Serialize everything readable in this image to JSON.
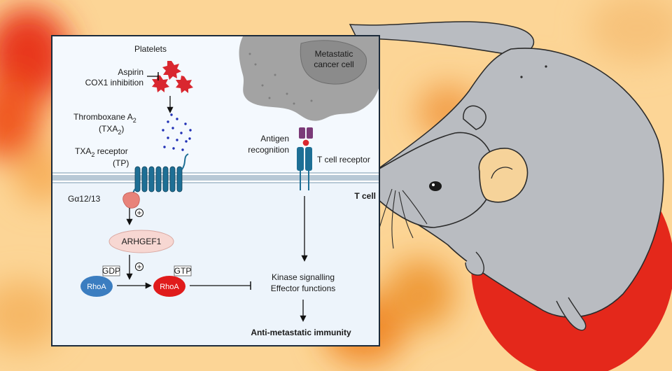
{
  "platelets": "Platelets",
  "aspirin": "Aspirin",
  "cox1": "COX1 inhibition",
  "thromboxane": "Thromboxane A",
  "txa2_abbr": "(TXA",
  "txa2_receptor": "TXA",
  "txa2_receptor_rest": " receptor",
  "tp": "(TP)",
  "sub2": "2",
  "close_paren": ")",
  "galpha": "Gα12/13",
  "plus": "+",
  "arhgef1": "ARHGEF1",
  "gdp": "GDP",
  "gtp": "GTP",
  "rhoa": "RhoA",
  "metastatic_line1": "Metastatic",
  "metastatic_line2": "cancer cell",
  "antigen_line1": "Antigen",
  "antigen_line2": "recognition",
  "tcr": "T cell receptor",
  "tcell": "T cell",
  "kinase": "Kinase signalling",
  "effector": "Effector functions",
  "antimetastatic": "Anti-metastatic immunity",
  "colors": {
    "background": "#fcd596",
    "panel": "#f4f9fe",
    "membrane": "#b8c9d6",
    "receptor": "#1e6f95",
    "rhoa_gdp": "#3b7dc0",
    "rhoa_gtp": "#e01b1b",
    "arhgef1": "#f7d7d2",
    "platelet": "#d9272f",
    "tcr_purple": "#7b3a78",
    "cancer": "#9d9d9d",
    "mouse": "#b9bcc1"
  },
  "icons": [
    "platelet-icon",
    "thromboxane-dots-icon",
    "mouse-illustration",
    "cancer-cell-icon"
  ]
}
